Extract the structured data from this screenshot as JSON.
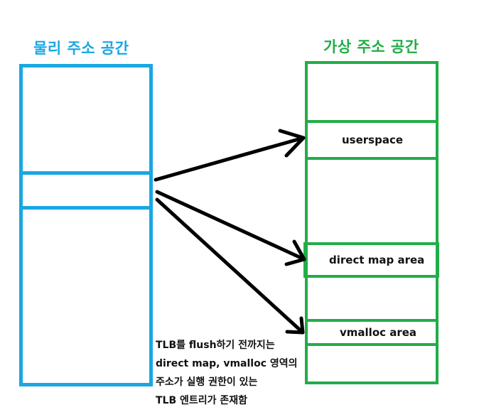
{
  "physical_space": {
    "title": "물리 주소 공간",
    "color": "#1aa7e2"
  },
  "virtual_space": {
    "title": "가상 주소 공간",
    "color": "#21ad47",
    "regions": {
      "userspace": "userspace",
      "direct_map": "direct map area",
      "vmalloc": "vmalloc area"
    }
  },
  "arrows": {
    "color": "#000000",
    "targets": [
      "userspace",
      "direct map area",
      "vmalloc area"
    ]
  },
  "note": {
    "lines": [
      "TLB를 flush하기 전까지는",
      "direct map, vmalloc 영역의",
      "주소가 실행 권한이 있는",
      "TLB 엔트리가 존재함"
    ]
  }
}
